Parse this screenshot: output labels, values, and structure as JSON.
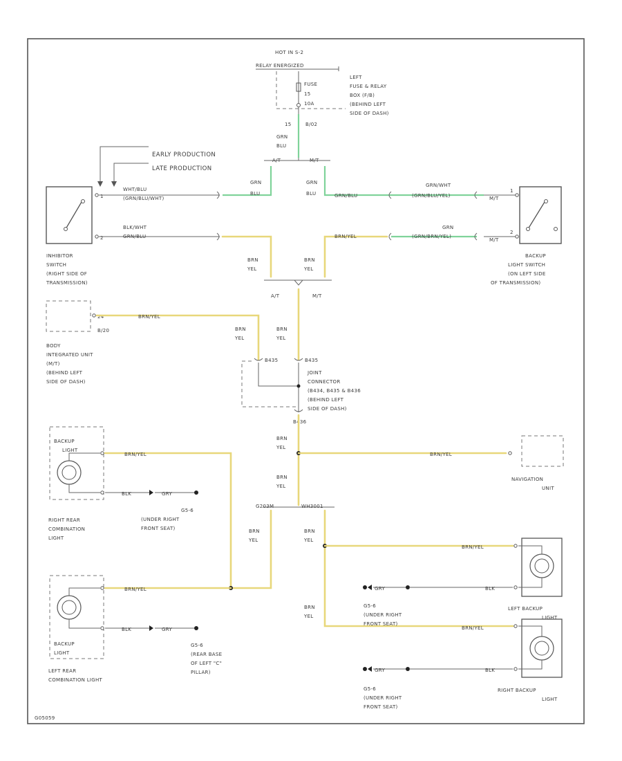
{
  "colors": {
    "yellow_wire": "#e8d77a",
    "green_wire": "#7fd39a",
    "line": "#555555"
  },
  "top": {
    "hot_label": "HOT IN S-2",
    "relay_label": "RELAY ENERGIZED",
    "fuse_text_1": "FUSE",
    "fuse_text_2": "15",
    "fuse_text_3": "10A",
    "fuse_box_1": "LEFT",
    "fuse_box_2": "FUSE & RELAY",
    "fuse_box_3": "BOX (F/B)",
    "fuse_box_4": "(BEHIND LEFT",
    "fuse_box_5": "SIDE OF DASH)",
    "fuse_pin": "15",
    "fuse_conn": "B/02",
    "wire_top_1": "GRN",
    "wire_top_2": "BLU",
    "at": "A/T",
    "mt": "M/T"
  },
  "production": {
    "early": "EARLY PRODUCTION",
    "late": "LATE PRODUCTION"
  },
  "inhibitor": {
    "l1": "INHIBITOR",
    "l2": "SWITCH",
    "l3": "(RIGHT SIDE OF",
    "l4": "TRANSMISSION)",
    "w1": "WHT/BLU",
    "w1b": "(GRN/BLU/WHT)",
    "w2": "BLK/WHT",
    "w2b": "GRN/BLU",
    "grn1": "GRN",
    "grn2": "BLU",
    "pin1": "1",
    "pin2": "2"
  },
  "backup_switch": {
    "l1": "BACKUP",
    "l2": "LIGHT SWITCH",
    "l3": "(ON LEFT SIDE",
    "l4": "OF TRANSMISSION)",
    "w1": "GRN/WHT",
    "w1b": "(GRN/BLU/YEL)",
    "w1c": "GRN/BLU",
    "w2": "GRN",
    "w2b": "(GRN/BRN/YEL)",
    "w2c": "BRN/YEL",
    "grn1": "GRN",
    "grn2": "BLU",
    "pin1": "1",
    "pin2": "2",
    "tag1": "M/T",
    "tag2": "M/T"
  },
  "mid": {
    "brn": "BRN",
    "yel": "YEL",
    "at": "A/T",
    "mt": "M/T"
  },
  "body_unit": {
    "l1": "BODY",
    "l2": "INTEGRATED UNIT",
    "l3": "(M/T)",
    "l4": "(BEHIND LEFT",
    "l5": "SIDE OF DASH)",
    "wire": "BRN/YEL",
    "pin": "24",
    "conn": "B/20"
  },
  "joint": {
    "l1": "JOINT",
    "l2": "CONNECTOR",
    "l3": "(B434, B435 & B436",
    "l4": "(BEHIND LEFT",
    "l5": "SIDE OF DASH)",
    "c1": "B435",
    "c2": "B435",
    "c3": "B436"
  },
  "nav": {
    "l1": "NAVIGATION",
    "l2": "UNIT",
    "wire": "BRN/YEL"
  },
  "rr_lamp": {
    "l1": "RIGHT REAR",
    "l2": "COMBINATION",
    "l3": "LIGHT",
    "tag1": "BACKUP",
    "tag2": "LIGHT",
    "wire": "BRN/YEL",
    "blk": "BLK",
    "grn": "GRY"
  },
  "g6_1": {
    "l1": "G5-6",
    "l2": "(UNDER RIGHT",
    "l3": "FRONT SEAT)"
  },
  "splice": {
    "l1": "G203M",
    "l2": "WH3001"
  },
  "lr_lamp": {
    "l1": "LEFT REAR",
    "l2": "COMBINATION LIGHT",
    "tag1": "BACKUP",
    "tag2": "LIGHT",
    "wire": "BRN/YEL",
    "blk": "BLK",
    "grn": "GRY"
  },
  "g6_2": {
    "l1": "G5-6",
    "l2": "(REAR BASE",
    "l3": "OF LEFT \"C\"",
    "l4": "PILLAR)"
  },
  "lb_lamp": {
    "l1": "LEFT BACKUP",
    "l2": "LIGHT",
    "wire": "BRN/YEL",
    "blk": "BLK",
    "gnd": "GRY"
  },
  "g6_3": {
    "l1": "G5-6",
    "l2": "(UNDER RIGHT",
    "l3": "FRONT SEAT)"
  },
  "rb_lamp": {
    "l1": "RIGHT BACKUP",
    "l2": "LIGHT",
    "wire": "BRN/YEL",
    "blk": "BLK",
    "gnd": "GRY"
  },
  "g6_4": {
    "l1": "G5-6",
    "l2": "(UNDER RIGHT",
    "l3": "FRONT SEAT)"
  },
  "footer_code": "G05059"
}
